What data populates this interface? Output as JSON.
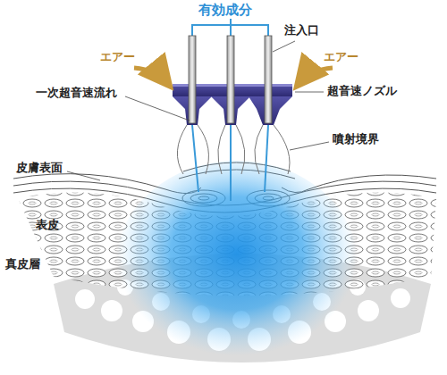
{
  "diagram": {
    "labels": [
      "有効成分",
      "注入口",
      "エアー",
      "エアー",
      "一次超音速流れ",
      "超音速ノズル",
      "噴射境界",
      "皮膚表面",
      "表皮",
      "真皮層"
    ]
  }
}
